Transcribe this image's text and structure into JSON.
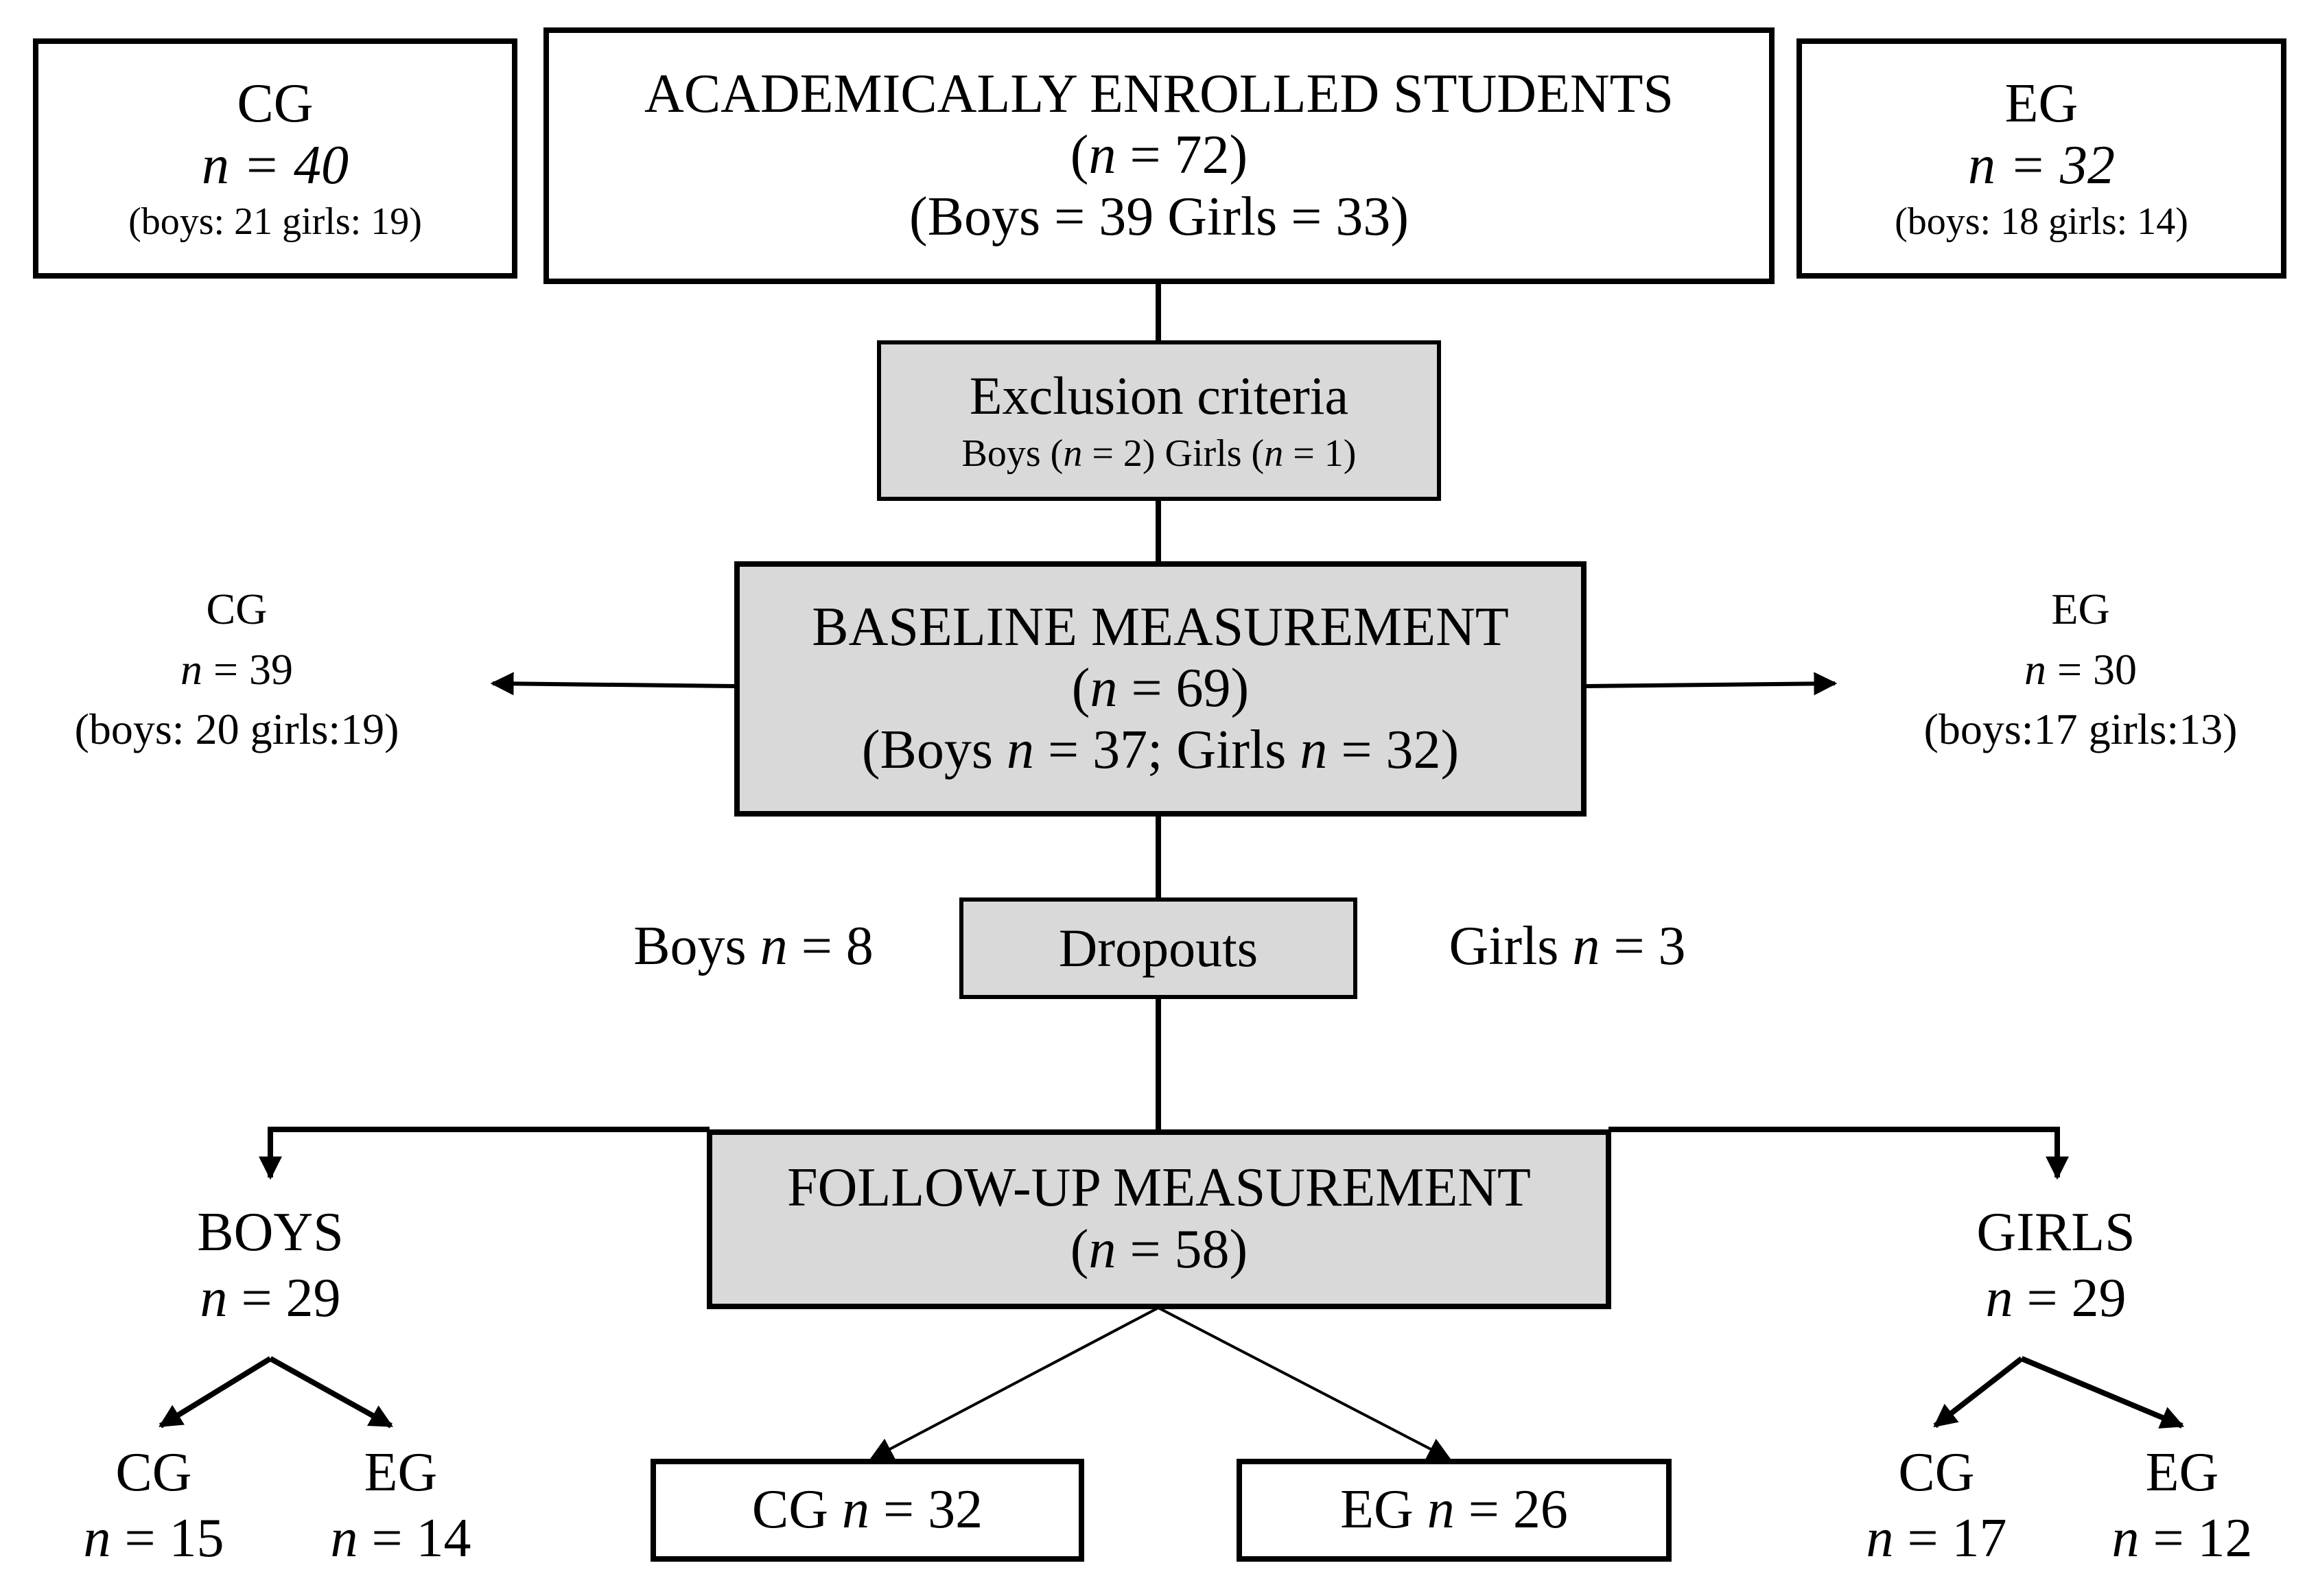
{
  "enrolled": {
    "title": "ACADEMICALLY ENROLLED STUDENTS",
    "n": "(n = 72)",
    "split": "(Boys = 39  Girls = 33)"
  },
  "cg_top": {
    "label": "CG",
    "n": "n = 40",
    "split": "(boys: 21 girls: 19)"
  },
  "eg_top": {
    "label": "EG",
    "n": "n = 32",
    "split": "(boys: 18 girls: 14)"
  },
  "exclusion": {
    "title": "Exclusion criteria",
    "detail": "Boys (n = 2) Girls (n = 1)"
  },
  "baseline": {
    "title": "BASELINE MEASUREMENT",
    "n": "(n = 69)",
    "split": "(Boys n = 37; Girls n = 32)"
  },
  "cg_mid": {
    "label": "CG",
    "n": "n = 39",
    "split": "(boys:  20 girls:19)"
  },
  "eg_mid": {
    "label": "EG",
    "n": "n = 30",
    "split": "(boys:17 girls:13)"
  },
  "dropouts": {
    "title": "Dropouts",
    "boys": "Boys n = 8",
    "girls": "Girls n = 3"
  },
  "followup": {
    "title": "FOLLOW-UP MEASUREMENT",
    "n": "(n = 58)"
  },
  "boys": {
    "label": "BOYS",
    "n": "n = 29",
    "cg_label": "CG",
    "cg_n": "n = 15",
    "eg_label": "EG",
    "eg_n": "n = 14"
  },
  "girls": {
    "label": "GIRLS",
    "n": "n = 29",
    "cg_label": "CG",
    "cg_n": "n = 17",
    "eg_label": "EG",
    "eg_n": "n = 12"
  },
  "cg_final": "CG n = 32",
  "eg_final": "EG n = 26",
  "colors": {
    "box_fill_grey": "#d9d9d9",
    "stroke": "#000000"
  }
}
